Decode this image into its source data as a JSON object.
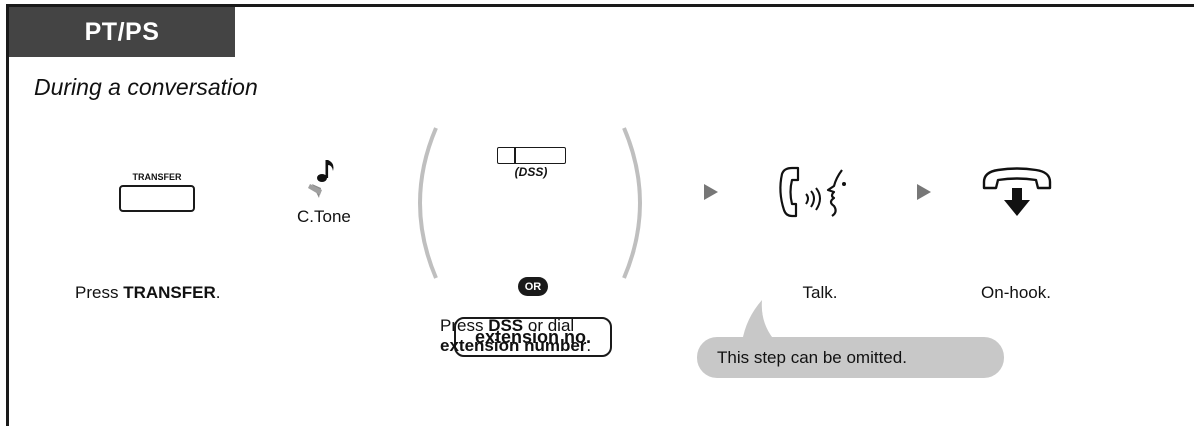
{
  "header": {
    "tab_label": "PT/PS"
  },
  "section": {
    "subtitle": "During a conversation"
  },
  "steps": {
    "transfer": {
      "key_label": "TRANSFER",
      "caption_prefix": "Press ",
      "caption_bold": "TRANSFER",
      "caption_suffix": "."
    },
    "tone": {
      "label": "C.Tone",
      "icon": "music-note-icon"
    },
    "choice": {
      "dss_label": "(DSS)",
      "or_label": "OR",
      "extension_label": "extension no.",
      "caption_prefix": "Press ",
      "caption_bold_1": "DSS",
      "caption_middle": " or dial",
      "caption_bold_2": "extension number",
      "caption_suffix": "."
    },
    "talk": {
      "caption": "Talk.",
      "icon": "talk-handset-icon"
    },
    "onhook": {
      "caption": "On-hook.",
      "icon": "on-hook-icon"
    }
  },
  "note": {
    "text": "This step can be omitted."
  },
  "colors": {
    "tab_bg": "#444444",
    "bubble_bg": "#c8c8c8",
    "arrow": "#777777"
  }
}
